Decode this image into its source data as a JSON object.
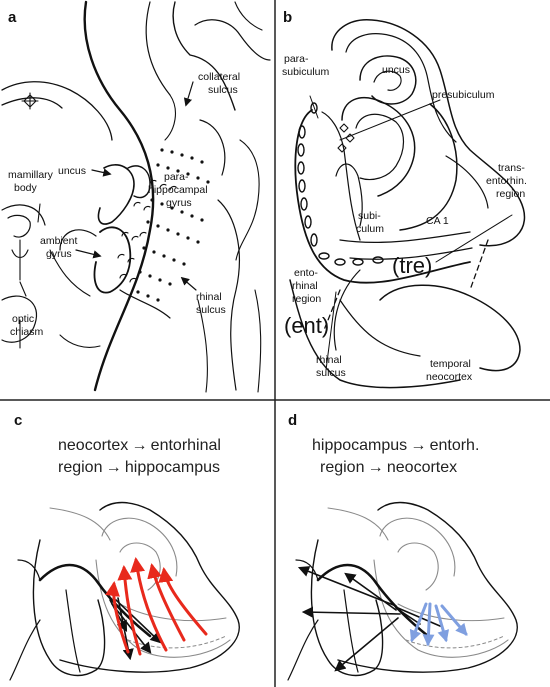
{
  "panels": {
    "a": {
      "letter": "a",
      "labels": {
        "collateral_sulcus": [
          "collateral",
          "sulcus"
        ],
        "mamillary_body": [
          "mamillary",
          "body"
        ],
        "uncus": "uncus",
        "parahippocampal_gyrus": [
          "para-",
          "hippocampal",
          "gyrus"
        ],
        "ambient_gyrus": [
          "ambient",
          "gyrus"
        ],
        "rhinal_sulcus": [
          "rhinal",
          "sulcus"
        ],
        "optic_chiasm": [
          "optic",
          "chiasm"
        ]
      }
    },
    "b": {
      "letter": "b",
      "labels": {
        "parasubiculum": [
          "para-",
          "subiculum"
        ],
        "uncus": "uncus",
        "presubiculum": "presubiculum",
        "transentorhinal_region": [
          "trans-",
          "entorhin.",
          "region"
        ],
        "subiculum": [
          "subi-",
          "culum"
        ],
        "ca1": "CA 1",
        "tre": "(tre)",
        "entorhinal_region": [
          "ento-",
          "rhinal",
          "region"
        ],
        "ent": "(ent)",
        "rhinal_sulcus": [
          "rhinal",
          "sulcus"
        ],
        "temporal_neocortex": [
          "temporal",
          "neocortex"
        ]
      }
    },
    "c": {
      "letter": "c",
      "caption_line1": "neocortex → entorhinal",
      "caption_line2": "region → hippocampus",
      "arrow_color": "#e8291c"
    },
    "d": {
      "letter": "d",
      "caption_line1": "hippocampus → entorh.",
      "caption_line2": "region → neocortex",
      "arrow_color": "#7f9fe0"
    }
  },
  "colors": {
    "ink": "#111111",
    "divider": "#222222",
    "faint": "#8a8a8a",
    "red_arrow": "#e8291c",
    "blue_arrow": "#7f9fe0"
  }
}
